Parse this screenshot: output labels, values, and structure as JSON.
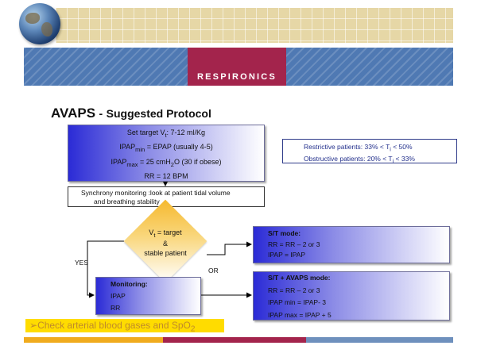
{
  "header": {
    "brand": "RESPIRONICS",
    "colors": {
      "brand_box": "#a3244c",
      "blue_band": "#4f79b3",
      "map_band": "#e6d7a6"
    }
  },
  "title": {
    "main": "AVAPS",
    "separator": "-",
    "subtitle": "Suggested Protocol"
  },
  "target_box": {
    "line1": {
      "pre": "Set target V",
      "sub": "t",
      "post": ": 7-12 ml/Kg"
    },
    "line2": {
      "pre": "IPAP",
      "sub": "min",
      "post": " = EPAP (usually 4-5)"
    },
    "line3": {
      "pre": "IPAP",
      "sub": "max",
      "mid": " = 25 cmH",
      "sub2": "2",
      "post": "O (30 if obese)"
    },
    "line4": "RR = 12 BPM"
  },
  "note_box": {
    "line1": {
      "pre": "Restrictive patients: 33% < T",
      "sub": "i",
      "post": " < 50%"
    },
    "line2": {
      "pre": "Obstructive patients: 20% < T",
      "sub": "i",
      "post": " < 33%"
    }
  },
  "sync_box": {
    "line1": "Synchrony monitoring :look at patient tidal volume",
    "line2": "and breathing stability"
  },
  "decision": {
    "line1": {
      "pre": "V",
      "sub": "t",
      "post": " = target"
    },
    "line2": "&",
    "line3": "stable patient"
  },
  "labels": {
    "yes": "YES",
    "or": "OR"
  },
  "st_mode": {
    "heading": "S/T mode:",
    "line1": "RR = RR – 2 or 3",
    "line2": "IPAP = IPAP"
  },
  "avaps_mode": {
    "heading": "S/T + AVAPS mode:",
    "line1": "RR = RR – 2 or 3",
    "line2": "IPAP min = IPAP- 3",
    "line3": "IPAP max = IPAP + 5"
  },
  "monitoring": {
    "heading": "Monitoring:",
    "line1": "IPAP",
    "line2": "RR"
  },
  "check": {
    "bullet": "➢",
    "pre": "Check arterial blood gases and SpO",
    "sub": "2"
  },
  "bottom_bar_colors": [
    "#f0ab1e",
    "#a3244c",
    "#6e90bd"
  ]
}
